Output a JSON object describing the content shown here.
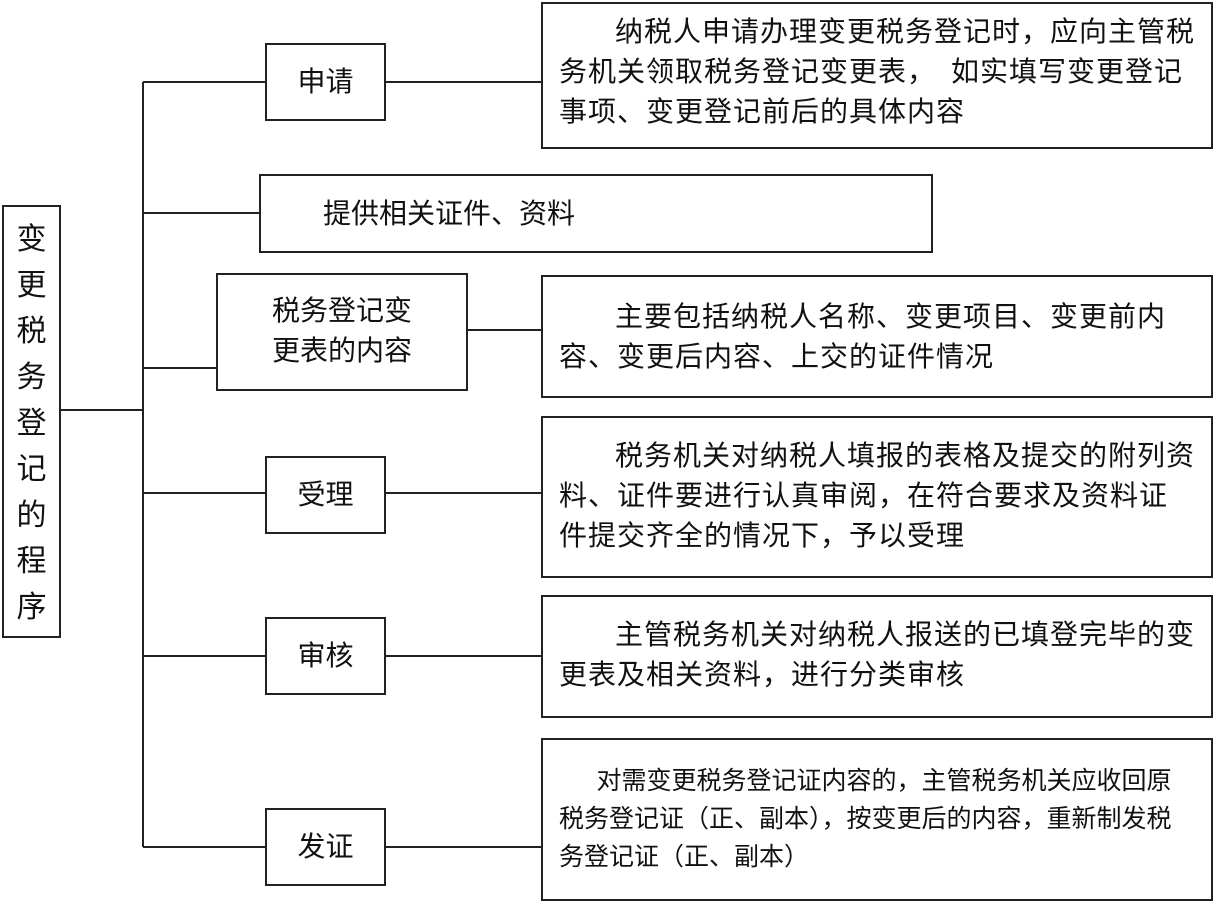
{
  "title_chars": [
    "变",
    "更",
    "税",
    "务",
    "登",
    "记",
    "的",
    "程",
    "序"
  ],
  "steps": [
    {
      "label": "申请",
      "description": "纳税人申请办理变更税务登记时，应向主管税务机关领取税务登记变更表，　如实填写变更登记事项、变更登记前后的具体内容"
    },
    {
      "label": "提供相关证件、资料"
    },
    {
      "label_line1": "税务登记变",
      "label_line2": "更表的内容",
      "description": "主要包括纳税人名称、变更项目、变更前内容、变更后内容、上交的证件情况"
    },
    {
      "label": "受理",
      "description": "税务机关对纳税人填报的表格及提交的附列资料、证件要进行认真审阅，在符合要求及资料证件提交齐全的情况下，予以受理"
    },
    {
      "label": "审核",
      "description": "主管税务机关对纳税人报送的已填登完毕的变更表及相关资料，进行分类审核"
    },
    {
      "label": "发证",
      "description": "对需变更税务登记证内容的，主管税务机关应收回原税务登记证（正、副本），按变更后的内容，重新制发税务登记证（正、副本）"
    }
  ]
}
